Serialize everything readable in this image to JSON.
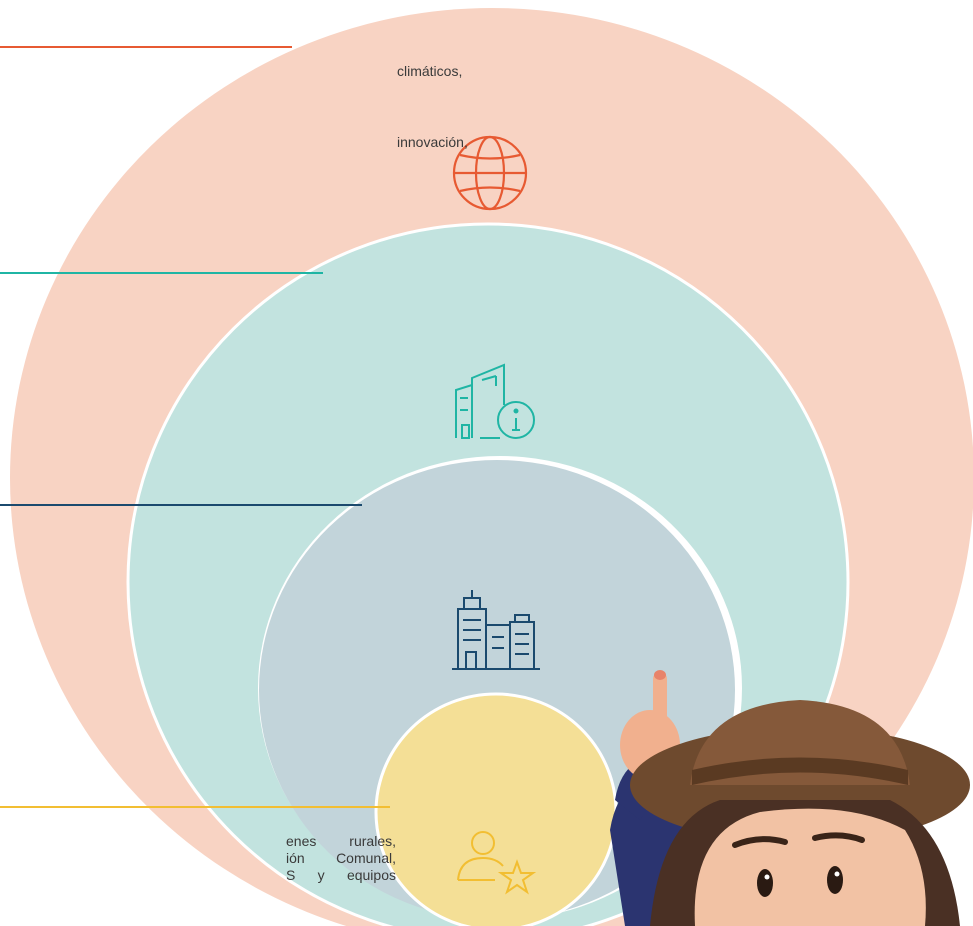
{
  "levels": {
    "global": {
      "icon": "globe-icon",
      "line_color": "#e75a32",
      "fill": "#f8d3c3",
      "texts": [
        "climáticos,",
        "innovación,"
      ]
    },
    "regional": {
      "icon": "building-info-icon",
      "line_color": "#1fb5a4",
      "fill": "#c2e3df"
    },
    "local": {
      "icon": "city-buildings-icon",
      "line_color": "#1b4a6e",
      "fill": "#c2d4da"
    },
    "personal": {
      "icon": "user-star-icon",
      "line_color": "#f2be32",
      "fill": "#f4df96",
      "texts": [
        "enes rurales,",
        "ión Comunal,",
        "S y equipos"
      ]
    }
  },
  "character": {
    "icon": "pointing-character-illustration"
  }
}
